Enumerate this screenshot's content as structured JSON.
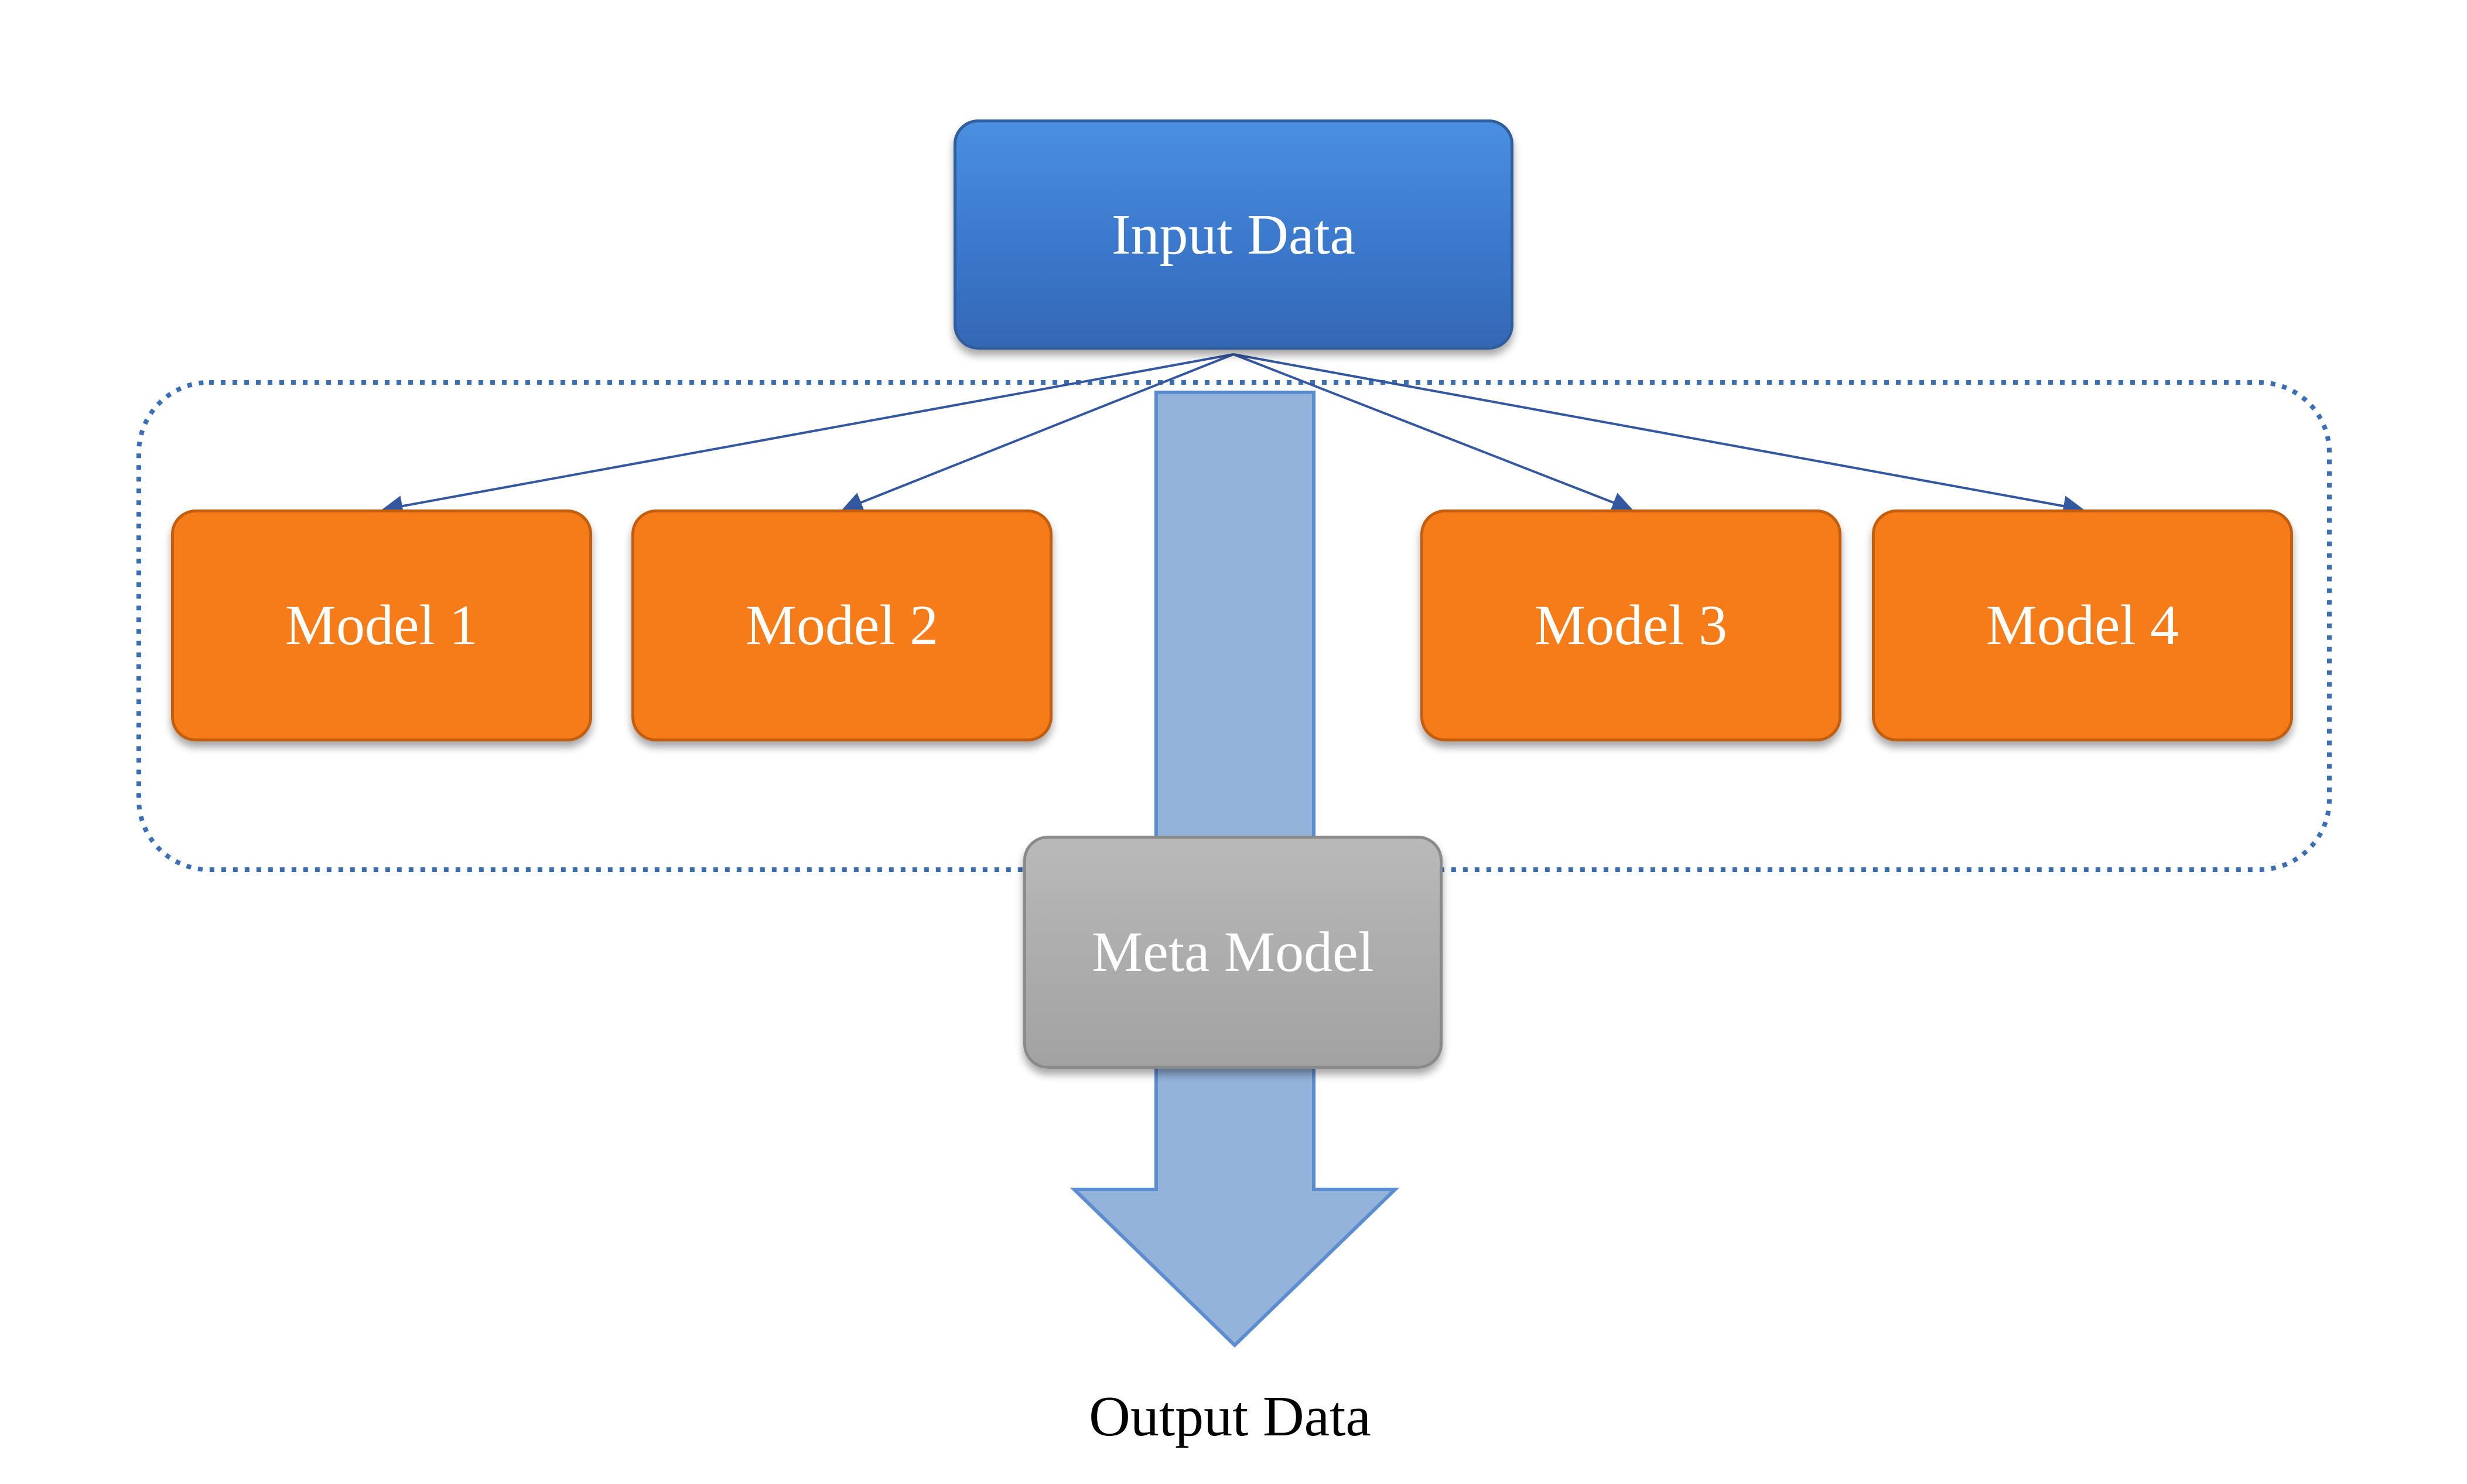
{
  "diagram": {
    "input_node": {
      "label": "Input Data"
    },
    "models": [
      {
        "label": "Model 1"
      },
      {
        "label": "Model 2"
      },
      {
        "label": "Model 3"
      },
      {
        "label": "Model 4"
      }
    ],
    "meta_node": {
      "label": "Meta Model"
    },
    "output_label": "Output Data"
  },
  "colors": {
    "input_fill": "#3b78cc",
    "model_fill": "#f57c18",
    "meta_fill": "#acacac",
    "flow_arrow_fill": "#94b3da",
    "group_border": "#3a6fb8",
    "connector": "#3458a0"
  }
}
